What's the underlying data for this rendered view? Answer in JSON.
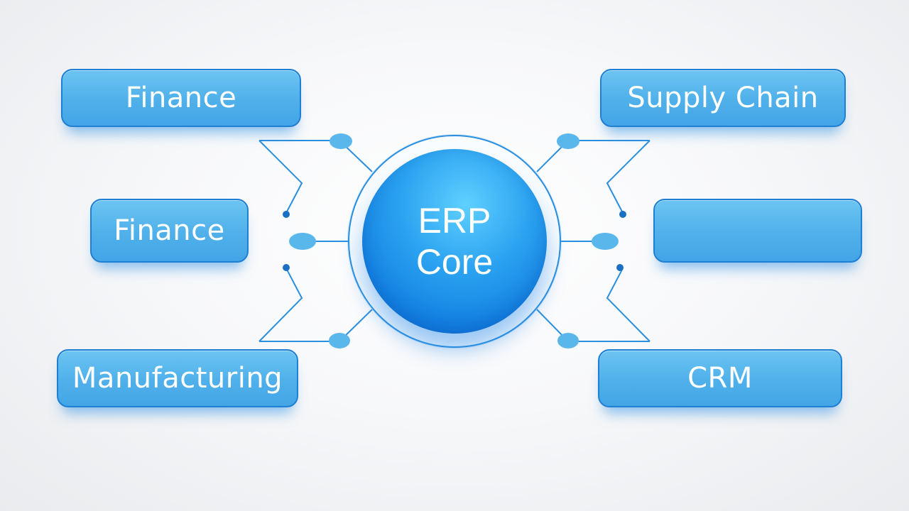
{
  "core": {
    "line1": "ERP",
    "line2": "Core"
  },
  "modules": {
    "left_top": "Finance",
    "left_middle": "Finance",
    "left_bottom": "Manufacturing",
    "right_top": "Supply Chain",
    "right_middle": "",
    "right_bottom": "CRM"
  },
  "colors": {
    "module_fill": "#4fb0ea",
    "module_border": "#1f7fd3",
    "core_fill": "#1f93ec",
    "connector": "#2b8fe0",
    "node": "#5ab7ec"
  }
}
